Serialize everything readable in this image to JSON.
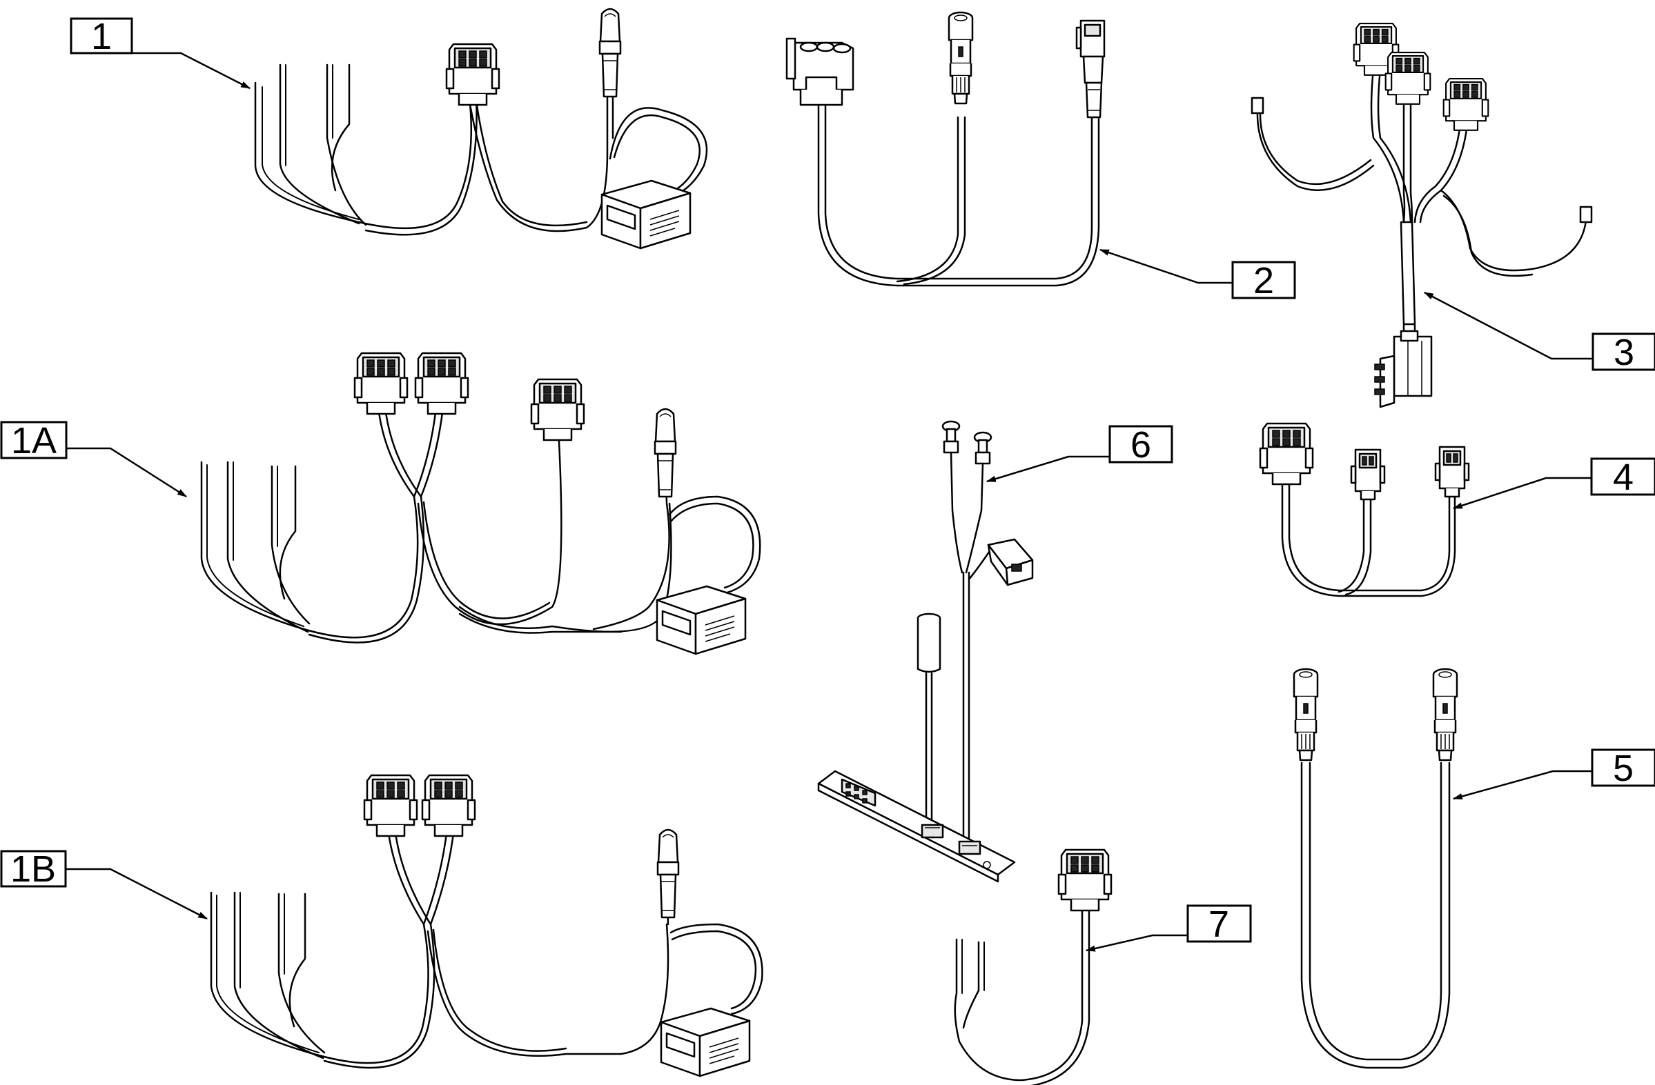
{
  "callouts": [
    {
      "id": "1",
      "text": "1"
    },
    {
      "id": "1A",
      "text": "1A"
    },
    {
      "id": "1B",
      "text": "1B"
    },
    {
      "id": "2",
      "text": "2"
    },
    {
      "id": "3",
      "text": "3"
    },
    {
      "id": "4",
      "text": "4"
    },
    {
      "id": "5",
      "text": "5"
    },
    {
      "id": "6",
      "text": "6"
    },
    {
      "id": "7",
      "text": "7"
    }
  ],
  "colors": {
    "line": "#000000",
    "background": "#ffffff"
  },
  "icons": {
    "arrowhead": "arrowhead-icon",
    "connector": "multi-pin-connector-icon",
    "round_plug": "round-plug-connector-icon",
    "module": "junction-box-module-icon",
    "circuit_board": "circuit-board-icon"
  }
}
